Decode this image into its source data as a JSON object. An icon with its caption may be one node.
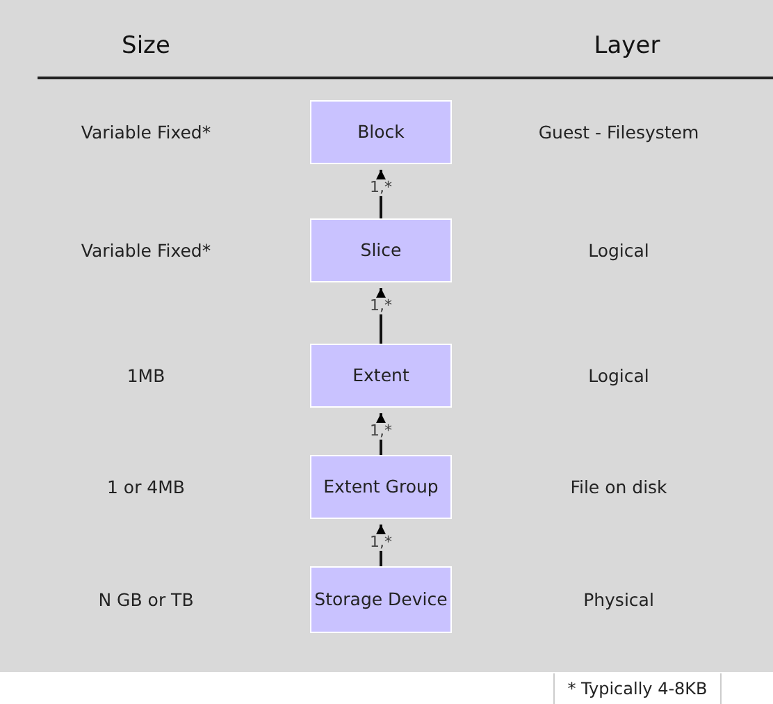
{
  "diagram": {
    "nodes": [
      {
        "text": [
          "Block"
        ]
      },
      {
        "text": [
          "Slice"
        ]
      },
      {
        "text": [
          "Extent"
        ]
      },
      {
        "text": [
          "Extent Group"
        ]
      },
      {
        "text": [
          "Storage Device"
        ]
      }
    ],
    "edges": [
      {
        "from": 1,
        "to": 0,
        "arrow": "to",
        "label": "1,*"
      },
      {
        "from": 2,
        "to": 1,
        "arrow": "to",
        "label": "1,*"
      },
      {
        "from": 3,
        "to": 2,
        "arrow": "to",
        "label": "1,*"
      },
      {
        "from": 4,
        "to": 3,
        "arrow": "to",
        "label": "1,*"
      }
    ],
    "labels": [
      "Size",
      "Layer",
      "Variable Fixed*",
      "Guest - Filesystem",
      "Variable Fixed*",
      "Logical",
      "1MB",
      "Logical",
      "1 or 4MB",
      "File on disk",
      "N GB or TB",
      "Physical",
      "* Typically 4-8KB"
    ]
  }
}
